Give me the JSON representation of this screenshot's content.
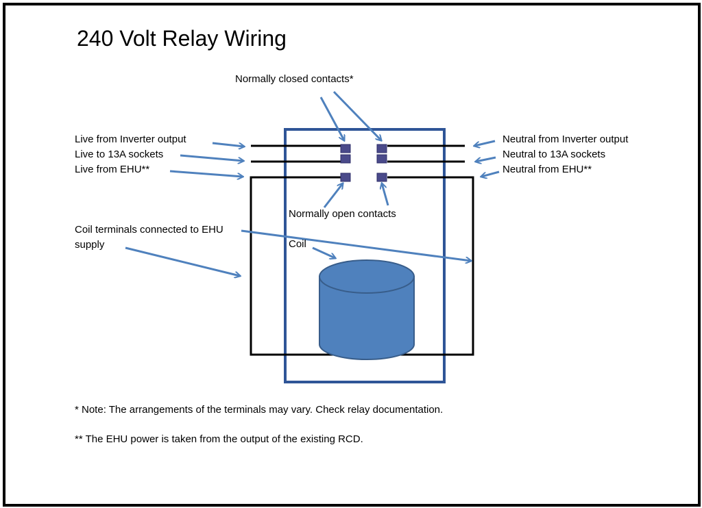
{
  "title": "240 Volt Relay Wiring",
  "labels": {
    "nc_contacts": "Normally closed contacts*",
    "no_contacts": "Normally open contacts",
    "live_inverter": "Live from Inverter output",
    "live_sockets": "Live to 13A sockets",
    "live_ehu": "Live from EHU**",
    "neutral_inverter": "Neutral from Inverter output",
    "neutral_sockets": "Neutral to 13A sockets",
    "neutral_ehu": "Neutral from EHU**",
    "coil_terminals_line1": "Coil terminals connected to EHU",
    "coil_terminals_line2": "supply",
    "coil": "Coil"
  },
  "notes": {
    "note1": "* Note: The arrangements of the terminals may vary. Check relay documentation.",
    "note2": "** The EHU power is taken from the output of the existing RCD."
  },
  "colors": {
    "arrow": "#4f81bd",
    "relay_border": "#2f5597",
    "coil_fill": "#4f81bd",
    "coil_stroke": "#385d8a",
    "terminal_fill": "#4a4a8a",
    "wire": "#000000"
  }
}
